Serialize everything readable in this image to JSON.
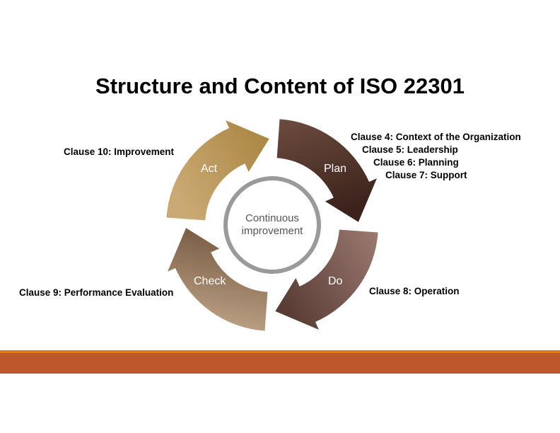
{
  "title": "Structure and Content of ISO 22301",
  "center_label": [
    "Continuous",
    "improvement"
  ],
  "stages": [
    {
      "label": "Plan",
      "colors": [
        "#6e4c40",
        "#3b231b"
      ]
    },
    {
      "label": "Do",
      "colors": [
        "#9c7a72",
        "#5a3d35"
      ]
    },
    {
      "label": "Check",
      "colors": [
        "#c6ab8e",
        "#7a5d45"
      ]
    },
    {
      "label": "Act",
      "colors": [
        "#caa974",
        "#a8833f"
      ]
    }
  ],
  "clauses": {
    "plan": [
      "Clause 4: Context of the Organization",
      "Clause 5: Leadership",
      "Clause 6: Planning",
      "Clause 7: Support"
    ],
    "do": "Clause 8: Operation",
    "check": "Clause 9: Performance Evaluation",
    "act": "Clause 10: Improvement"
  },
  "colors": {
    "ring": "#9a9a9a",
    "accent_line": "#e07b14",
    "footer_bar": "#bd582c"
  }
}
